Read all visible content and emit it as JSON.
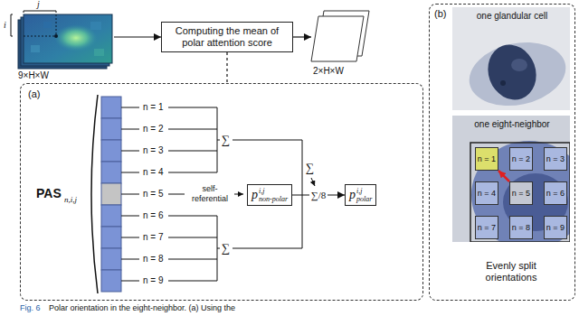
{
  "diagram": {
    "caption": "Polar orientation in the eight-neighbor. (a) Using the",
    "nodes": [
      {
        "text": [
          "9×H×W"
        ]
      },
      {
        "text": [
          "Computing the mean of polar attention score"
        ]
      },
      {
        "text": [
          "2×H×W"
        ]
      },
      {
        "text": [
          "(a)"
        ]
      },
      {
        "text": [
          "p",
          "i,j",
          "non-polar"
        ],
        "in": 3
      },
      {
        "text": [
          "p",
          "i,j",
          "polar"
        ],
        "in": 3
      },
      {
        "text": [
          "(b)"
        ]
      },
      {
        "text": [
          "one glandular cell"
        ],
        "in": 6
      },
      {
        "text": [
          "one eight-neighbor"
        ],
        "in": 6
      },
      {
        "text": [
          "n = 1"
        ],
        "in": 8
      },
      {
        "text": [
          "n = 2"
        ],
        "in": 8
      },
      {
        "text": [
          "n = 3"
        ],
        "in": 8
      },
      {
        "text": [
          "n = 4"
        ],
        "in": 8
      },
      {
        "text": [
          "n = 5"
        ],
        "in": 8
      },
      {
        "text": [
          "n = 6"
        ],
        "in": 8
      },
      {
        "text": [
          "n = 7"
        ],
        "in": 8
      },
      {
        "text": [
          "n = 8"
        ],
        "in": 8
      },
      {
        "text": [
          "n = 9"
        ],
        "in": 8
      }
    ],
    "edges": [
      {
        "from": 0,
        "to": 1,
        "arrow": "to"
      },
      {
        "from": 1,
        "to": 2,
        "arrow": "to"
      },
      {
        "from": 1,
        "to": 3,
        "arrow": "none"
      },
      {
        "from": 4,
        "to": 5,
        "label": "∑/8",
        "arrow": "to"
      },
      {
        "from": 13,
        "to": 9,
        "arrow": "to"
      }
    ],
    "labels": [
      "i",
      "j",
      "PAS",
      "n,i,j",
      "n = 1",
      "n = 2",
      "n = 3",
      "n = 4",
      "n = 5",
      "n = 6",
      "n = 7",
      "n = 8",
      "n = 9",
      "self-referential",
      "∑",
      "∑",
      "∑",
      "Evenly split orientations",
      "Fig. 6"
    ]
  }
}
